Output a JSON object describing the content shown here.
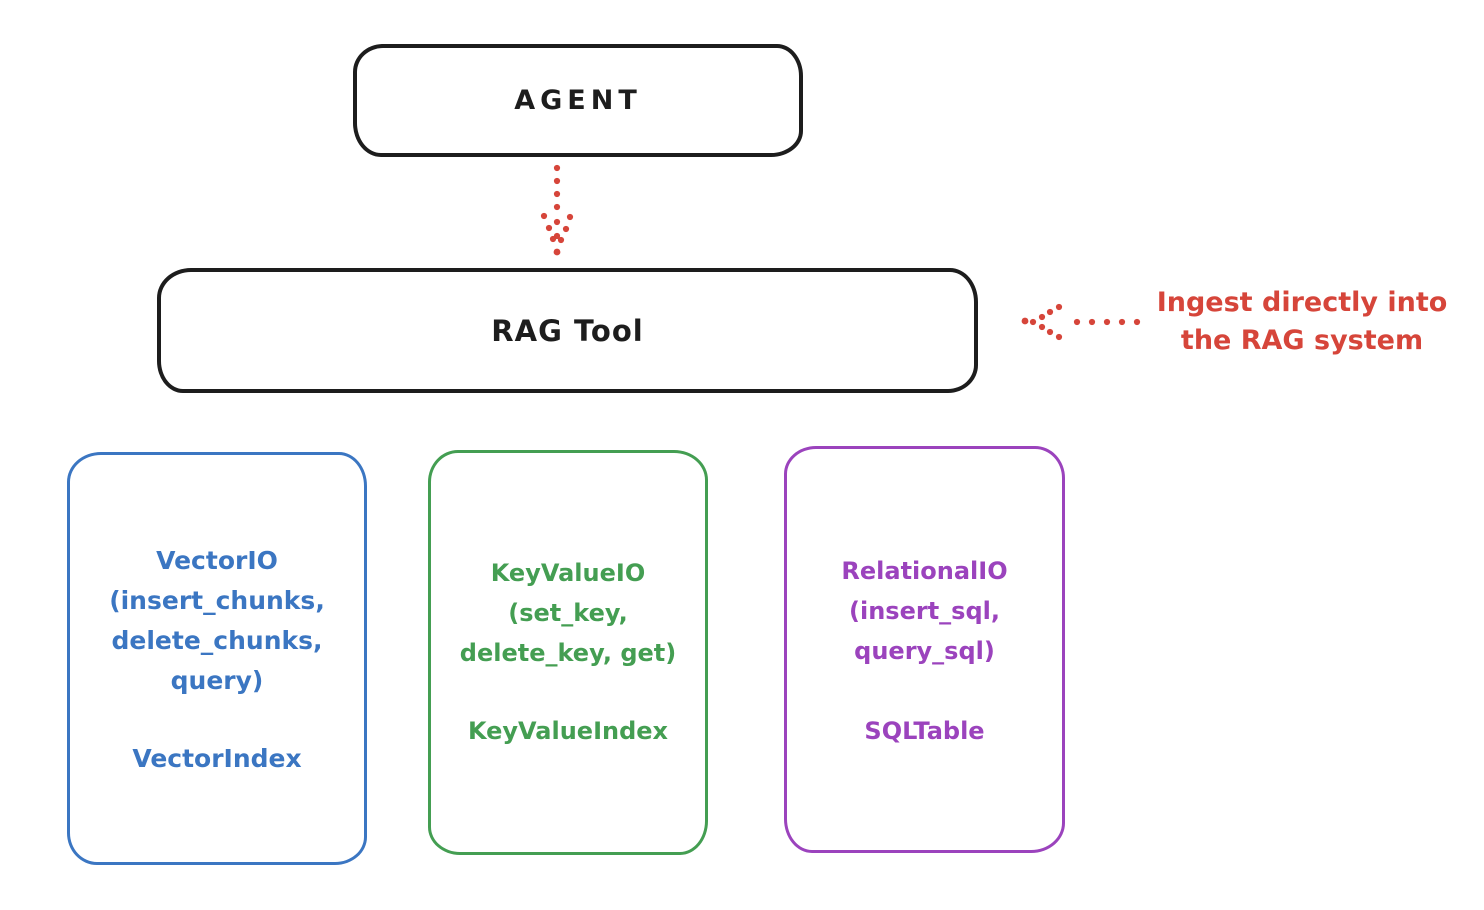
{
  "page": {
    "background_color": "#ffffff",
    "stroke_color": "#1d1d1d"
  },
  "nodes": {
    "agent": {
      "label": "AGENT",
      "stroke_color": "#1d1d1d"
    },
    "rag_tool": {
      "label": "RAG Tool",
      "stroke_color": "#1d1d1d"
    },
    "vector_io": {
      "lines": [
        "VectorIO",
        "(insert_chunks,",
        "delete_chunks,",
        "query)"
      ],
      "index_label": "VectorIndex",
      "color": "#3b76c2"
    },
    "key_value_io": {
      "lines": [
        "KeyValueIO",
        "(set_key,",
        "delete_key, get)"
      ],
      "index_label": "KeyValueIndex",
      "color": "#449e52"
    },
    "relational_io": {
      "lines": [
        "RelationalIO",
        "(insert_sql,",
        "query_sql)"
      ],
      "index_label": "SQLTable",
      "color": "#9b43bd"
    }
  },
  "annotation": {
    "lines": [
      "Ingest directly into",
      "the RAG system"
    ],
    "color": "#d6453a"
  },
  "arrows": {
    "agent_to_rag": {
      "style": "dotted",
      "color": "#d6453a",
      "direction": "down"
    },
    "ingest_to_rag": {
      "style": "dotted",
      "color": "#d6453a",
      "direction": "left"
    }
  }
}
